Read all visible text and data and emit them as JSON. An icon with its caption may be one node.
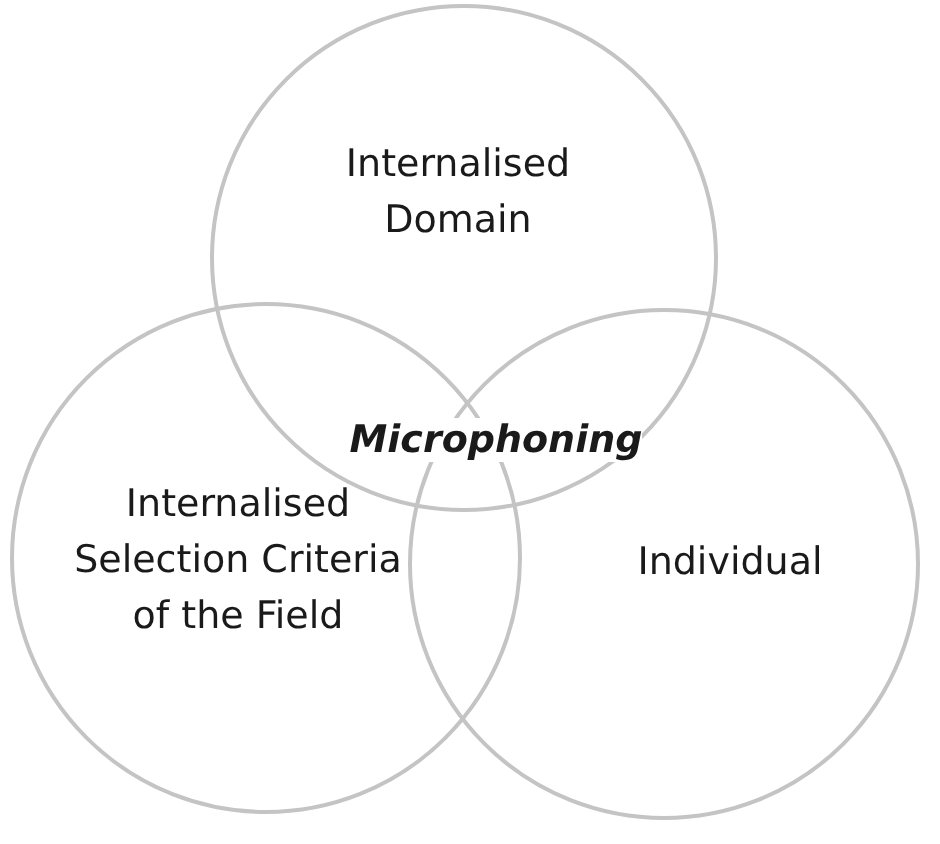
{
  "diagram": {
    "nodes": [
      {
        "text": [
          "Internalised Domain"
        ]
      },
      {
        "text": [
          "Internalised Selection Criteria of the Field"
        ]
      },
      {
        "text": [
          "Individual"
        ]
      }
    ],
    "labels": [
      "Microphoning"
    ]
  }
}
